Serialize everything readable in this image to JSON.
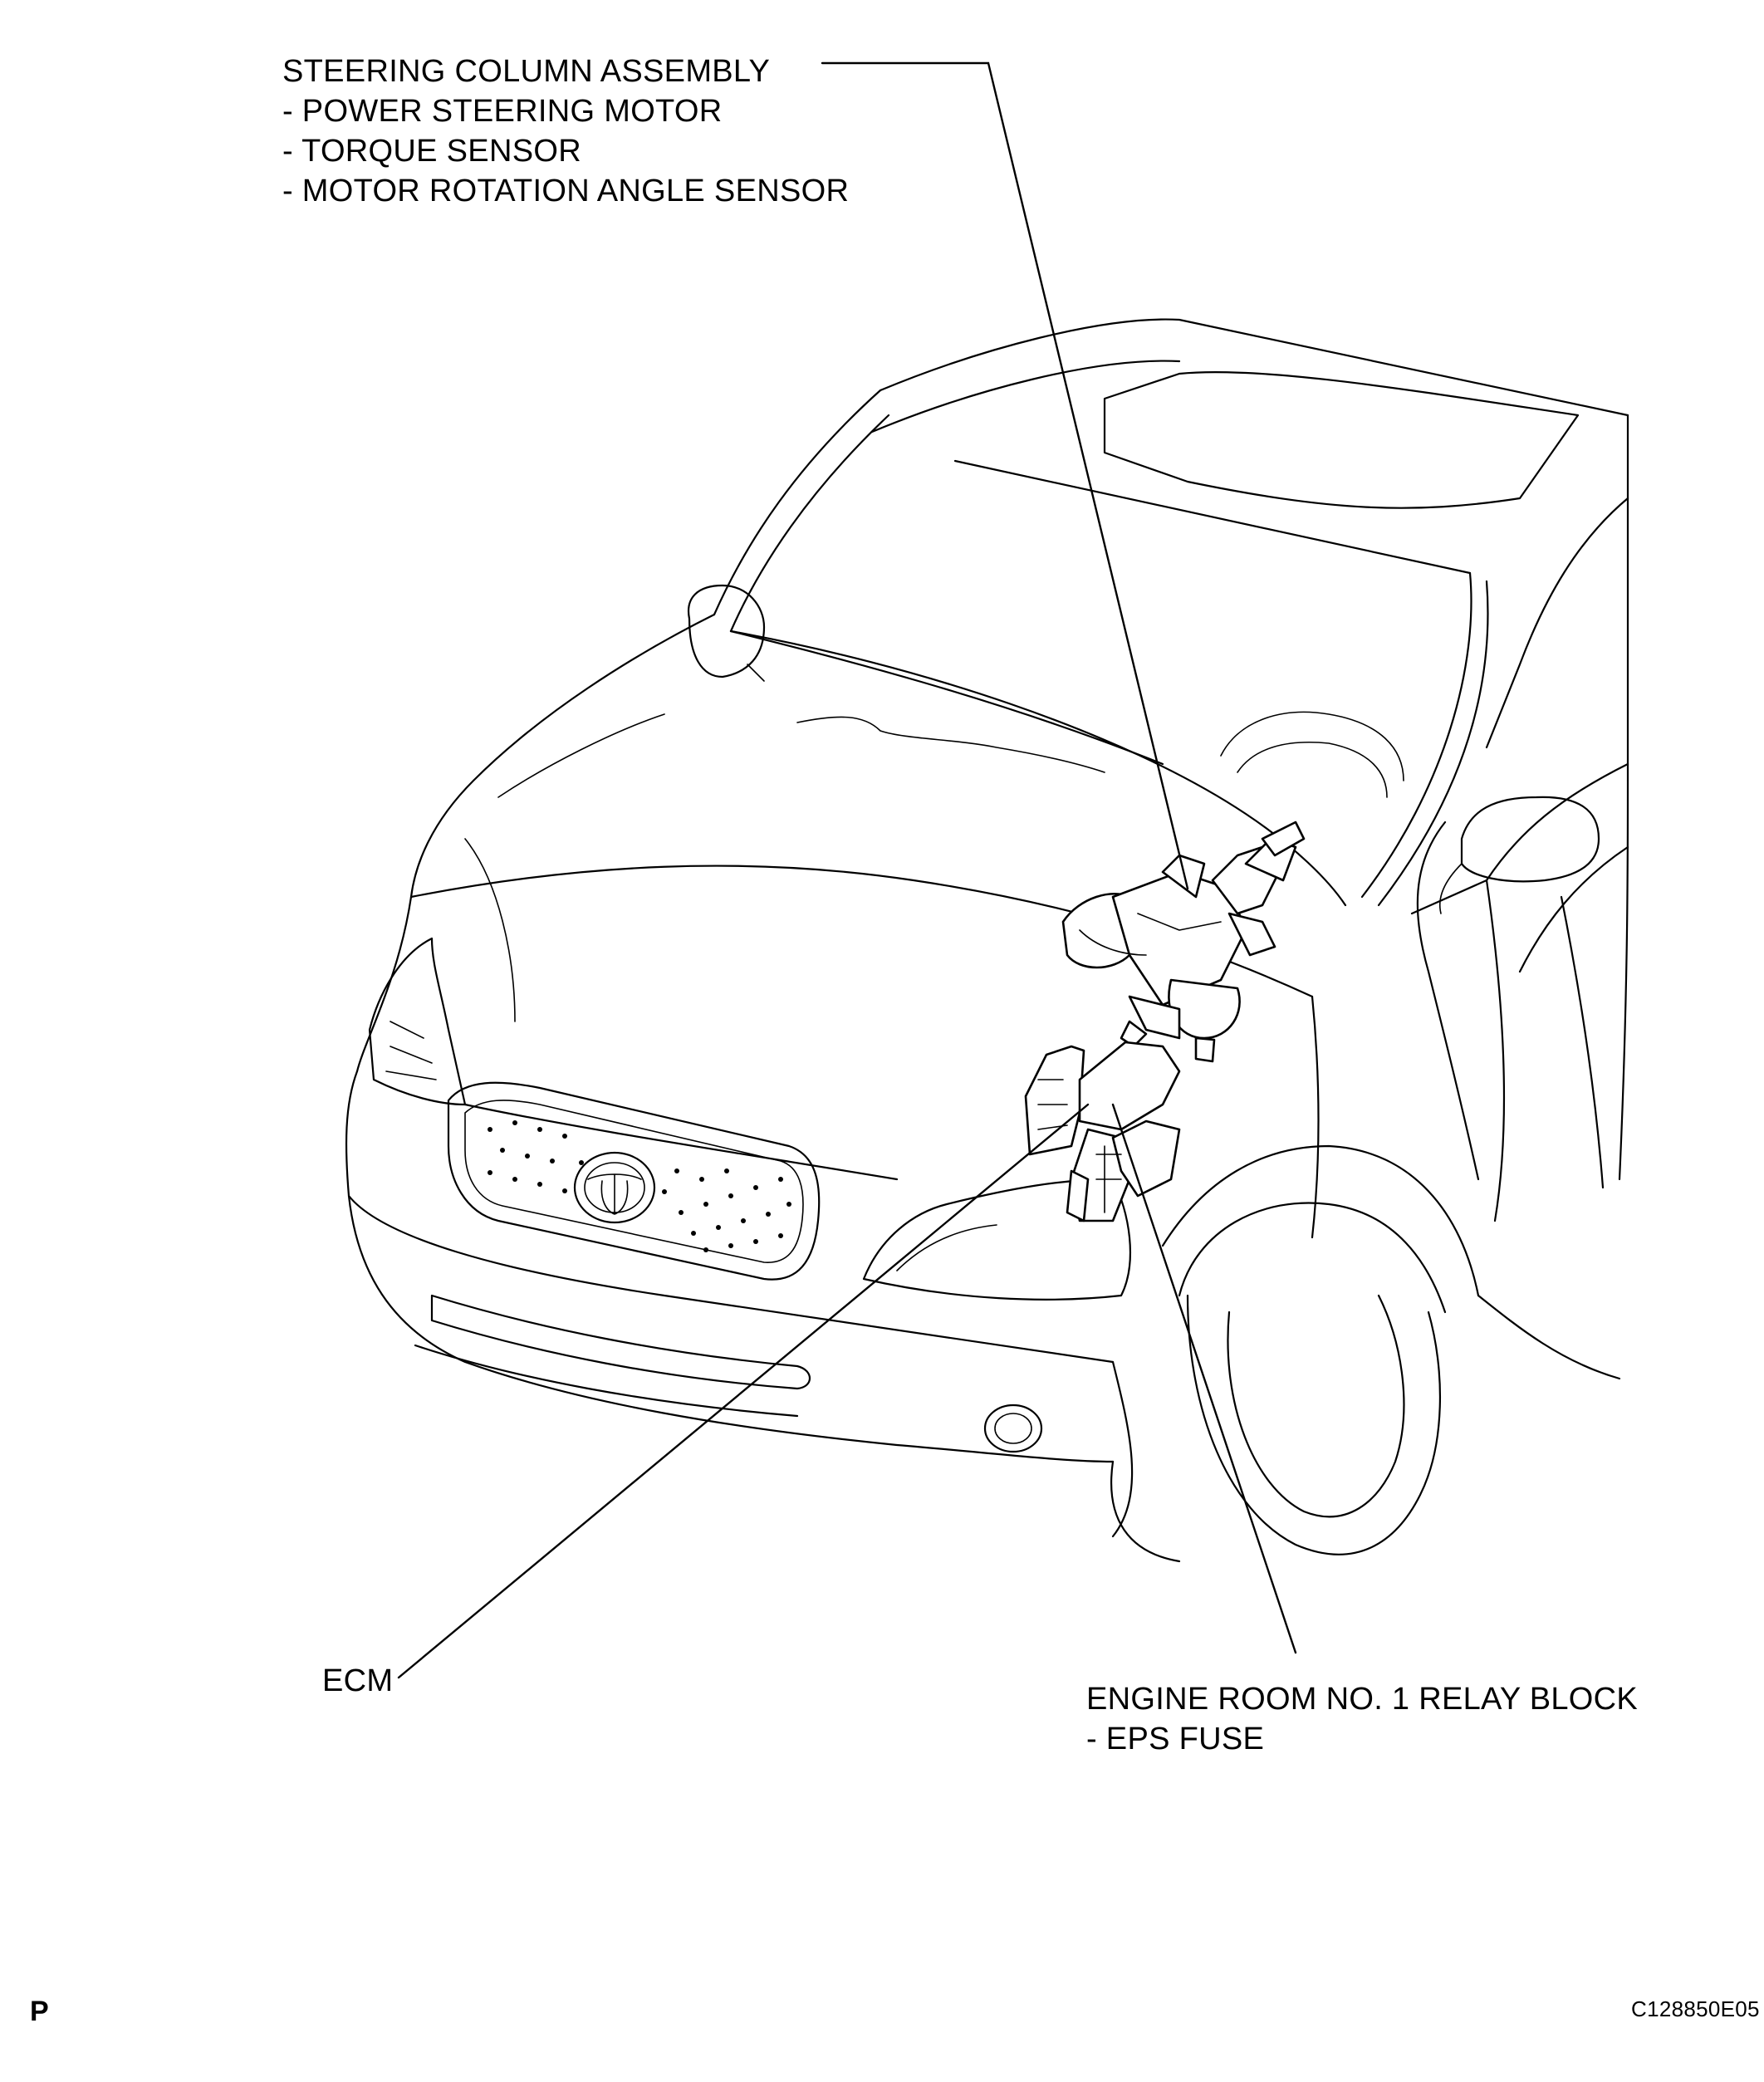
{
  "callouts": {
    "steering": {
      "title": "STEERING COLUMN ASSEMBLY",
      "items": [
        "- POWER STEERING MOTOR",
        "- TORQUE SENSOR",
        "- MOTOR ROTATION ANGLE SENSOR"
      ]
    },
    "ecm": {
      "title": "ECM"
    },
    "relay": {
      "title": "ENGINE ROOM NO. 1 RELAY BLOCK",
      "items": [
        "- EPS FUSE"
      ]
    }
  },
  "footer": {
    "page_marker": "P",
    "figure_code": "C128850E05"
  },
  "colors": {
    "line": "#000000",
    "background": "#ffffff"
  }
}
